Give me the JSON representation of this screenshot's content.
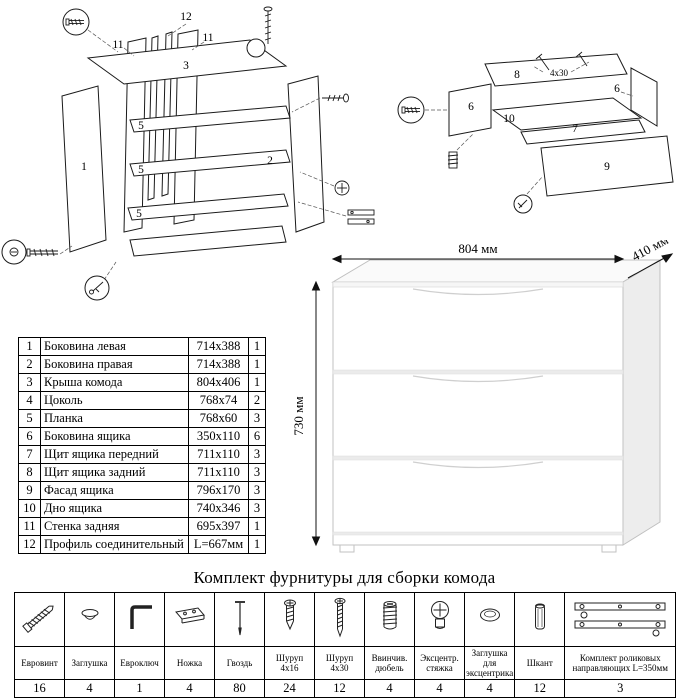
{
  "title": "Комплект фурнитуры для сборки комода",
  "render": {
    "width_label": "804 мм",
    "depth_label": "410 мм",
    "height_label": "730 мм"
  },
  "left_diagram": {
    "labels": {
      "l12": "12",
      "l11a": "11",
      "l11b": "11",
      "l3": "3",
      "l1": "1",
      "l2": "2",
      "l5a": "5",
      "l5b": "5",
      "l5c": "5"
    }
  },
  "right_diagram": {
    "labels": {
      "l8": "8",
      "l6a": "6",
      "l6b": "6",
      "l7": "7",
      "l9": "9",
      "l10": "10",
      "screws": "4x30"
    }
  },
  "parts_table": {
    "rows": [
      {
        "num": "1",
        "name": "Боковина левая",
        "size": "714x388",
        "qty": "1"
      },
      {
        "num": "2",
        "name": "Боковина правая",
        "size": "714x388",
        "qty": "1"
      },
      {
        "num": "3",
        "name": "Крыша комода",
        "size": "804x406",
        "qty": "1"
      },
      {
        "num": "4",
        "name": "Цоколь",
        "size": "768x74",
        "qty": "2"
      },
      {
        "num": "5",
        "name": "Планка",
        "size": "768x60",
        "qty": "3"
      },
      {
        "num": "6",
        "name": "Боковина ящика",
        "size": "350x110",
        "qty": "6"
      },
      {
        "num": "7",
        "name": "Щит ящика передний",
        "size": "711x110",
        "qty": "3"
      },
      {
        "num": "8",
        "name": "Щит ящика задний",
        "size": "711x110",
        "qty": "3"
      },
      {
        "num": "9",
        "name": "Фасад ящика",
        "size": "796x170",
        "qty": "3"
      },
      {
        "num": "10",
        "name": "Дно ящика",
        "size": "740x346",
        "qty": "3"
      },
      {
        "num": "11",
        "name": "Стенка задняя",
        "size": "695x397",
        "qty": "1"
      },
      {
        "num": "12",
        "name": "Профиль соединительный",
        "size": "L=667мм",
        "qty": "1"
      }
    ]
  },
  "hardware_table": {
    "items": [
      {
        "name": "Евровинт",
        "qty": "16",
        "icon": "confirmat-screw-icon"
      },
      {
        "name": "Заглушка",
        "qty": "4",
        "icon": "cap-icon"
      },
      {
        "name": "Евроключ",
        "qty": "1",
        "icon": "hex-key-icon"
      },
      {
        "name": "Ножка",
        "qty": "4",
        "icon": "foot-icon"
      },
      {
        "name": "Гвоздь",
        "qty": "80",
        "icon": "nail-icon"
      },
      {
        "name": "Шуруп 4x16",
        "qty": "24",
        "icon": "screw-4x16-icon"
      },
      {
        "name": "Шуруп 4x30",
        "qty": "12",
        "icon": "screw-4x30-icon"
      },
      {
        "name": "Ввинчив. дюбель",
        "qty": "4",
        "icon": "threaded-dowel-icon"
      },
      {
        "name": "Эксцентр. стяжка",
        "qty": "4",
        "icon": "cam-lock-icon"
      },
      {
        "name": "Заглушка для эксцентрика",
        "qty": "4",
        "icon": "cam-cap-icon"
      },
      {
        "name": "Шкант",
        "qty": "12",
        "icon": "wood-dowel-icon"
      },
      {
        "name": "Комплект роликовых направляющих L=350мм",
        "qty": "3",
        "icon": "drawer-slides-icon"
      }
    ]
  }
}
